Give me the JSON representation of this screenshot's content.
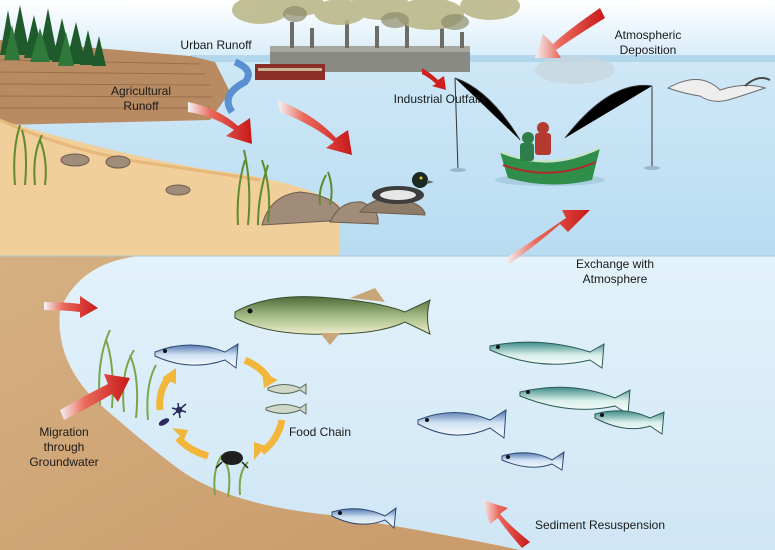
{
  "labels": {
    "urban_runoff": "Urban Runoff",
    "agricultural_runoff": "Agricultural\nRunoff",
    "industrial_outfalls": "Industrial Outfalls",
    "atmospheric_deposition": "Atmospheric\nDeposition",
    "exchange_with_atmosphere": "Exchange with\nAtmosphere",
    "migration_through_groundwater": "Migration\nthrough\nGroundwater",
    "food_chain": "Food Chain",
    "sediment_resuspension": "Sediment Resuspension"
  },
  "colors": {
    "sky": "#cfe6f5",
    "lake_surface": "#c6e3f4",
    "underwater": "#d8ecf8",
    "sediment": "#d9b48a",
    "beach": "#f0cf9a",
    "farm_field": "#b98b62",
    "arrow_red": "#d42020",
    "food_chain_arrow": "#f2b63a",
    "boat": "#2f8f4a",
    "smoke": "#9c9c6a"
  },
  "icons": [
    "trees",
    "factory",
    "smoke-plume",
    "duck",
    "gull",
    "fishing-boat",
    "pike",
    "herring",
    "small-fish",
    "insect",
    "plankton",
    "grass"
  ]
}
